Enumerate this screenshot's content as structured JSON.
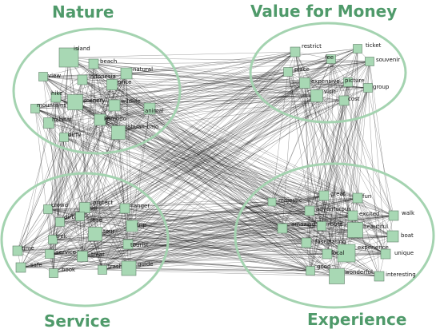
{
  "clusters": [
    {
      "id": "nature",
      "title": "Nature",
      "words": [
        "island",
        "beach",
        "view",
        "indonesia",
        "natural",
        "hike",
        "price",
        "scenery",
        "wildlife",
        "mountains",
        "animal",
        "habitat",
        "komodo",
        "dirty",
        "labuan-bajo"
      ]
    },
    {
      "id": "value",
      "title": "Value for Money",
      "words": [
        "restrict",
        "fee",
        "ticket",
        "souvenir",
        "place",
        "expensive",
        "picture",
        "visit",
        "group",
        "cost"
      ]
    },
    {
      "id": "service",
      "title": "Service",
      "words": [
        "crowd",
        "protect",
        "ranger",
        "dirty",
        "lead",
        "trip",
        "trek",
        "tour",
        "tourist",
        "time",
        "service",
        "treat",
        "safe",
        "book",
        "trash",
        "guide"
      ]
    },
    {
      "id": "experience",
      "title": "Experience",
      "words": [
        "majestic",
        "great",
        "fun",
        "adventurous",
        "excited",
        "walk",
        "amazing",
        "route",
        "beautiful",
        "boat",
        "fascinating",
        "experience",
        "local",
        "unique",
        "good",
        "wonderful",
        "interesting"
      ]
    }
  ],
  "colors": {
    "title": "#4f9a6a",
    "ring": "#a4d3b0",
    "node_fill": "#a8d8b4",
    "edge": "#000000"
  }
}
